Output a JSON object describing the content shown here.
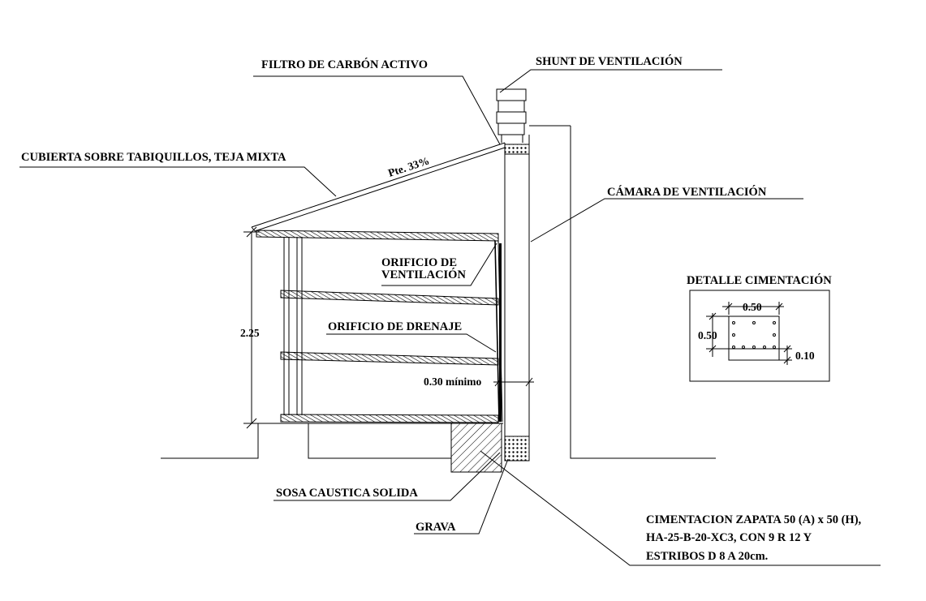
{
  "labels": {
    "filtro": "FILTRO DE CARBÓN ACTIVO",
    "shunt": "SHUNT DE VENTILACIÓN",
    "cubierta": "CUBIERTA SOBRE TABIQUILLOS, TEJA MIXTA",
    "pendiente": "Pte. 33%",
    "camara": "CÁMARA DE VENTILACIÓN",
    "orificio_vent_1": "ORIFICIO DE",
    "orificio_vent_2": "VENTILACIÓN",
    "orificio_dren": "ORIFICIO DE DRENAJE",
    "altura": "2.25",
    "minimo": "0.30 mínimo",
    "sosa": "SOSA CAUSTICA SOLIDA",
    "grava": "GRAVA",
    "cimentacion_1": "CIMENTACION ZAPATA 50 (A) x 50 (H),",
    "cimentacion_2": "HA-25-B-20-XC3, CON 9 R 12 Y",
    "cimentacion_3": "ESTRIBOS D 8 A 20cm."
  },
  "detalle": {
    "title": "DETALLE CIMENTACIÓN",
    "width": "0.50",
    "height": "0.50",
    "base": "0.10"
  }
}
